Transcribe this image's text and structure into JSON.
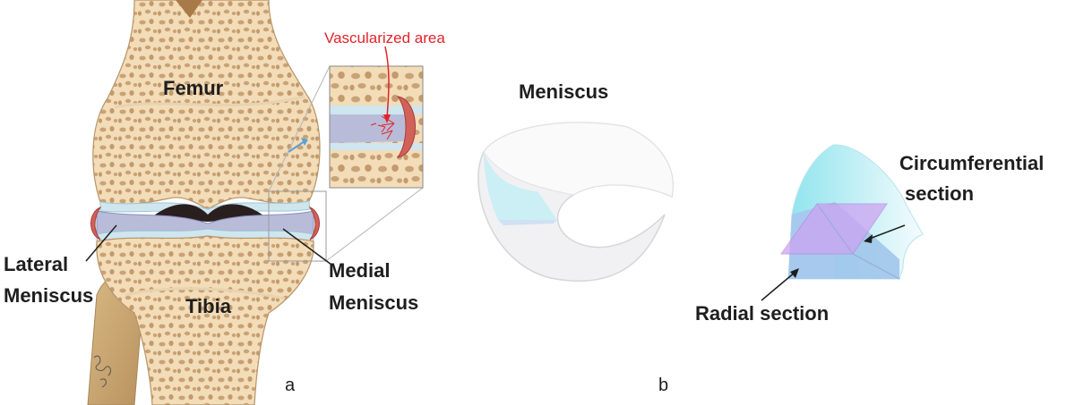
{
  "panel_a": {
    "labels": {
      "vascularized": "Vascularized  area",
      "femur": "Femur",
      "tibia": "Tibia",
      "lateral_1": "Lateral",
      "lateral_2": "Meniscus",
      "medial_1": "Medial",
      "medial_2": "Meniscus",
      "panel": "a"
    },
    "colors": {
      "bone": "#f3dcb8",
      "pore": "#c9a275",
      "cartilage": "#cfe6ef",
      "meniscus": "#b9bcd9",
      "rim": "#d0625a",
      "vessel": "#e0242b"
    }
  },
  "panel_b": {
    "labels": {
      "meniscus": "Meniscus",
      "circ_1": "Circumferential",
      "circ_2": "section",
      "radial": "Radial section",
      "panel": "b"
    },
    "colors": {
      "body": "#f1f1f3",
      "cyan": "#7ee0ea",
      "blue": "#9ec3ea",
      "violet": "#cda4f2"
    }
  }
}
